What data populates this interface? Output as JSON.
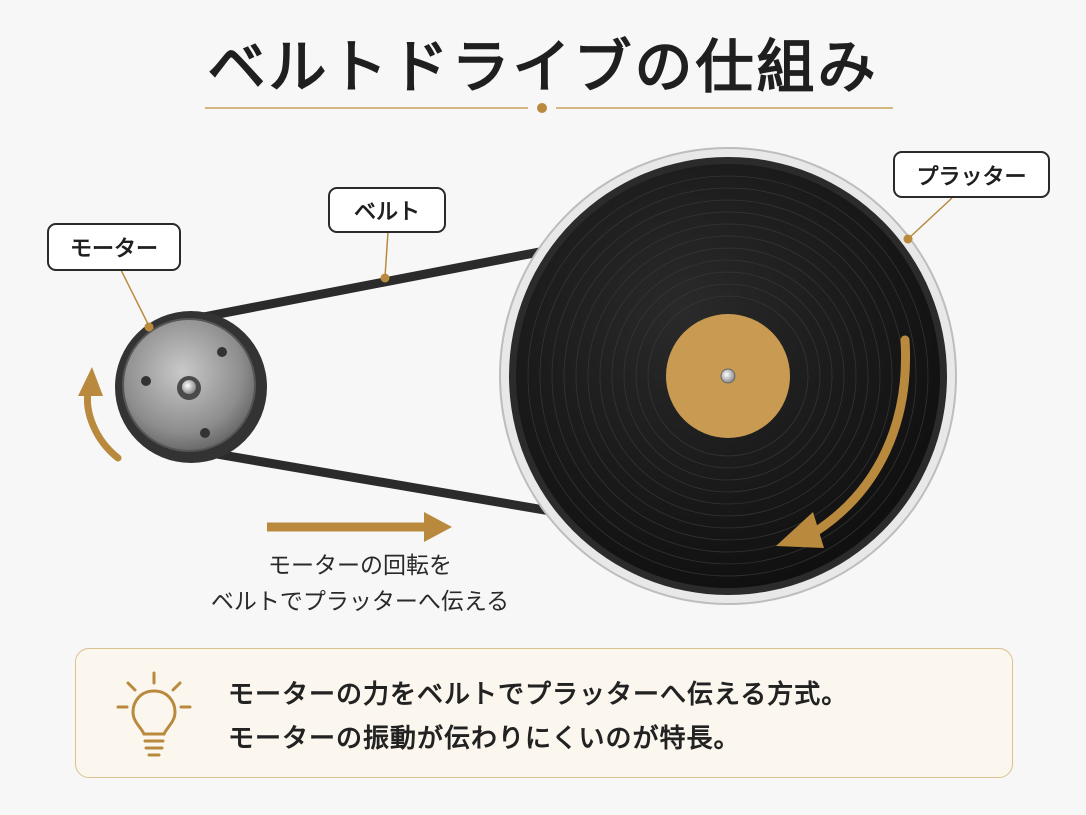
{
  "title": "ベルトドライブの仕組み",
  "labels": {
    "motor": "モーター",
    "belt": "ベルト",
    "platter": "プラッター"
  },
  "caption": {
    "line1": "モーターの回転を",
    "line2": "ベルトでプラッターへ伝える"
  },
  "note": {
    "icon": "lightbulb-icon",
    "line1": "モーターの力をベルトでプラッターへ伝える方式。",
    "line2": "モーターの振動が伝わりにくいのが特長。"
  },
  "colors": {
    "accent": "#b98a3e",
    "record": "#161616",
    "label_center": "#c89a52",
    "text": "#1f1f1f",
    "note_border": "#d9c190",
    "note_bg": "#fbf7ee"
  }
}
